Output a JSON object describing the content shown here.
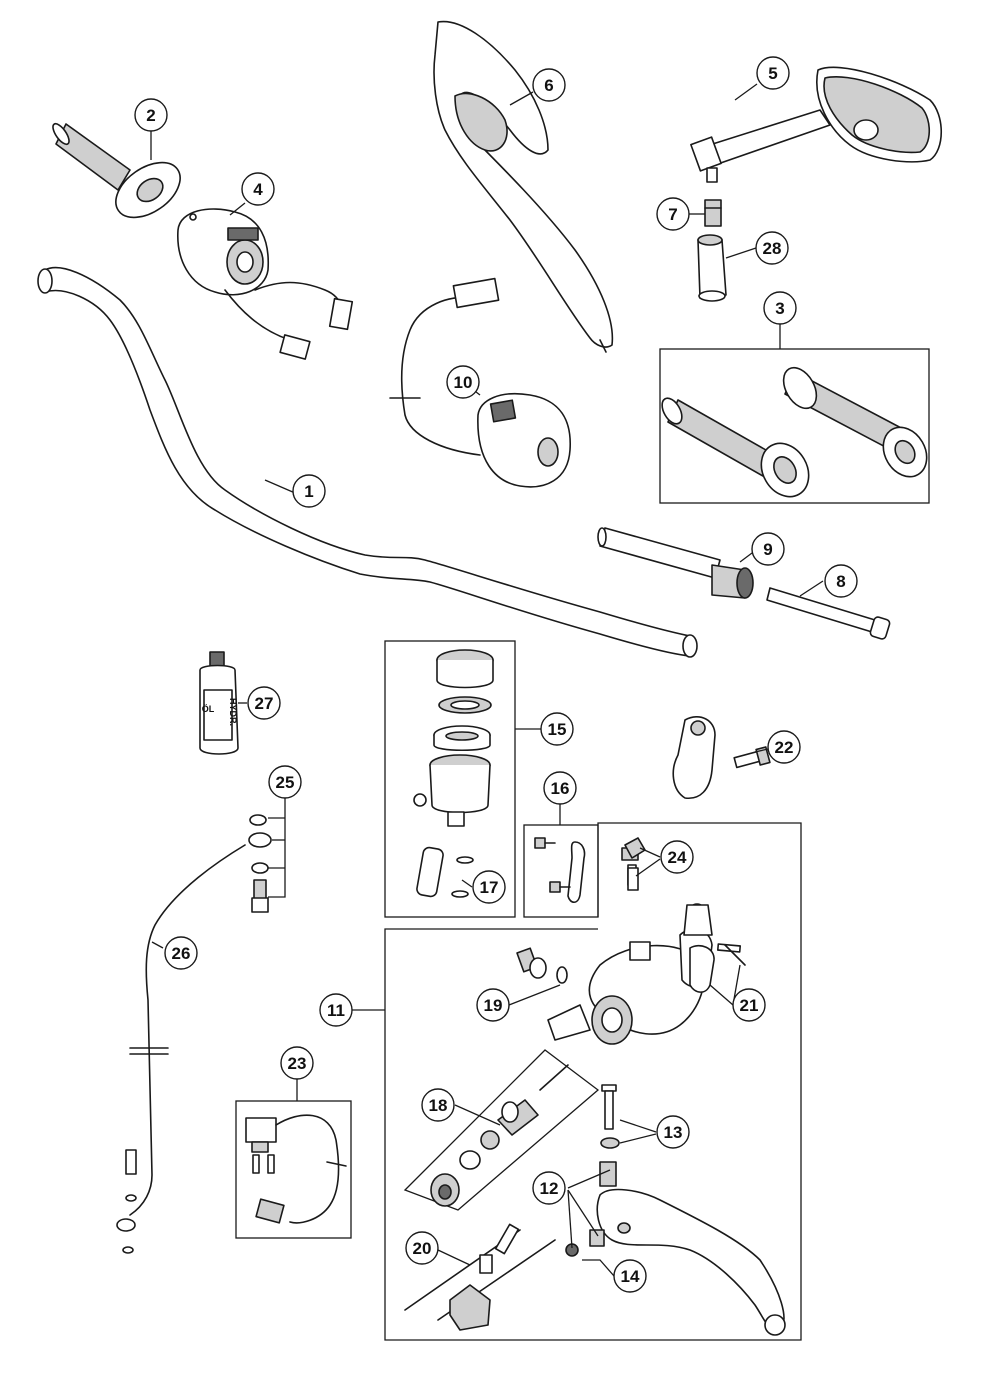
{
  "diagram": {
    "callouts": [
      "1",
      "2",
      "3",
      "4",
      "5",
      "6",
      "7",
      "8",
      "9",
      "10",
      "11",
      "12",
      "13",
      "14",
      "15",
      "16",
      "17",
      "18",
      "19",
      "20",
      "21",
      "22",
      "23",
      "24",
      "25",
      "26",
      "27",
      "28"
    ],
    "bottle_label": [
      "HYDR.",
      "ÖL"
    ]
  }
}
